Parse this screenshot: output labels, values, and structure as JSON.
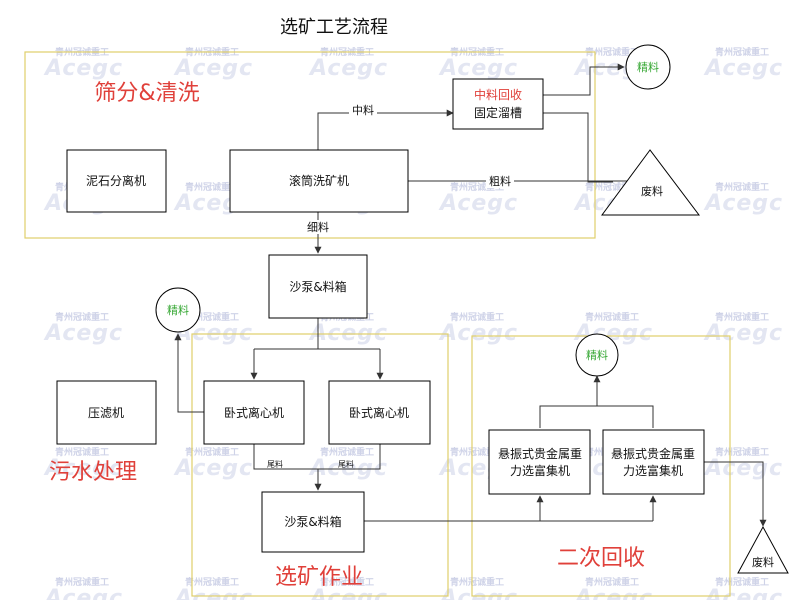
{
  "title": "选矿工艺流程",
  "sections": {
    "screening": "筛分&清洗",
    "sewage": "污水处理",
    "beneficiation": "选矿作业",
    "secondary": "二次回收"
  },
  "nodes": {
    "mud_separator": "泥石分离机",
    "drum_washer": "滚筒洗矿机",
    "mid_recovery_title": "中料回收",
    "mid_recovery_sub": "固定溜槽",
    "sand_pump_1": "沙泵&料箱",
    "centrifuge_left": "卧式离心机",
    "centrifuge_right": "卧式离心机",
    "sand_pump_2": "沙泵&料箱",
    "filter_press": "压滤机",
    "concentrator_left_l1": "悬振式贵金属重",
    "concentrator_left_l2": "力选富集机",
    "concentrator_right_l1": "悬振式贵金属重",
    "concentrator_right_l2": "力选富集机"
  },
  "outputs": {
    "concentrate_top": "精料",
    "concentrate_left": "精料",
    "concentrate_right": "精料",
    "waste_top": "废料",
    "waste_bottom": "废料"
  },
  "edge_labels": {
    "medium": "中料",
    "coarse": "粗料",
    "fine": "细料",
    "tailings_left": "尾料",
    "tailings_right": "尾料"
  },
  "watermark": {
    "company": "青州冠诚重工",
    "logo": "Acegc"
  },
  "colors": {
    "zone_border": "#e0cf6a",
    "section_text": "#e0403a",
    "concentrate_text": "#38a836"
  }
}
